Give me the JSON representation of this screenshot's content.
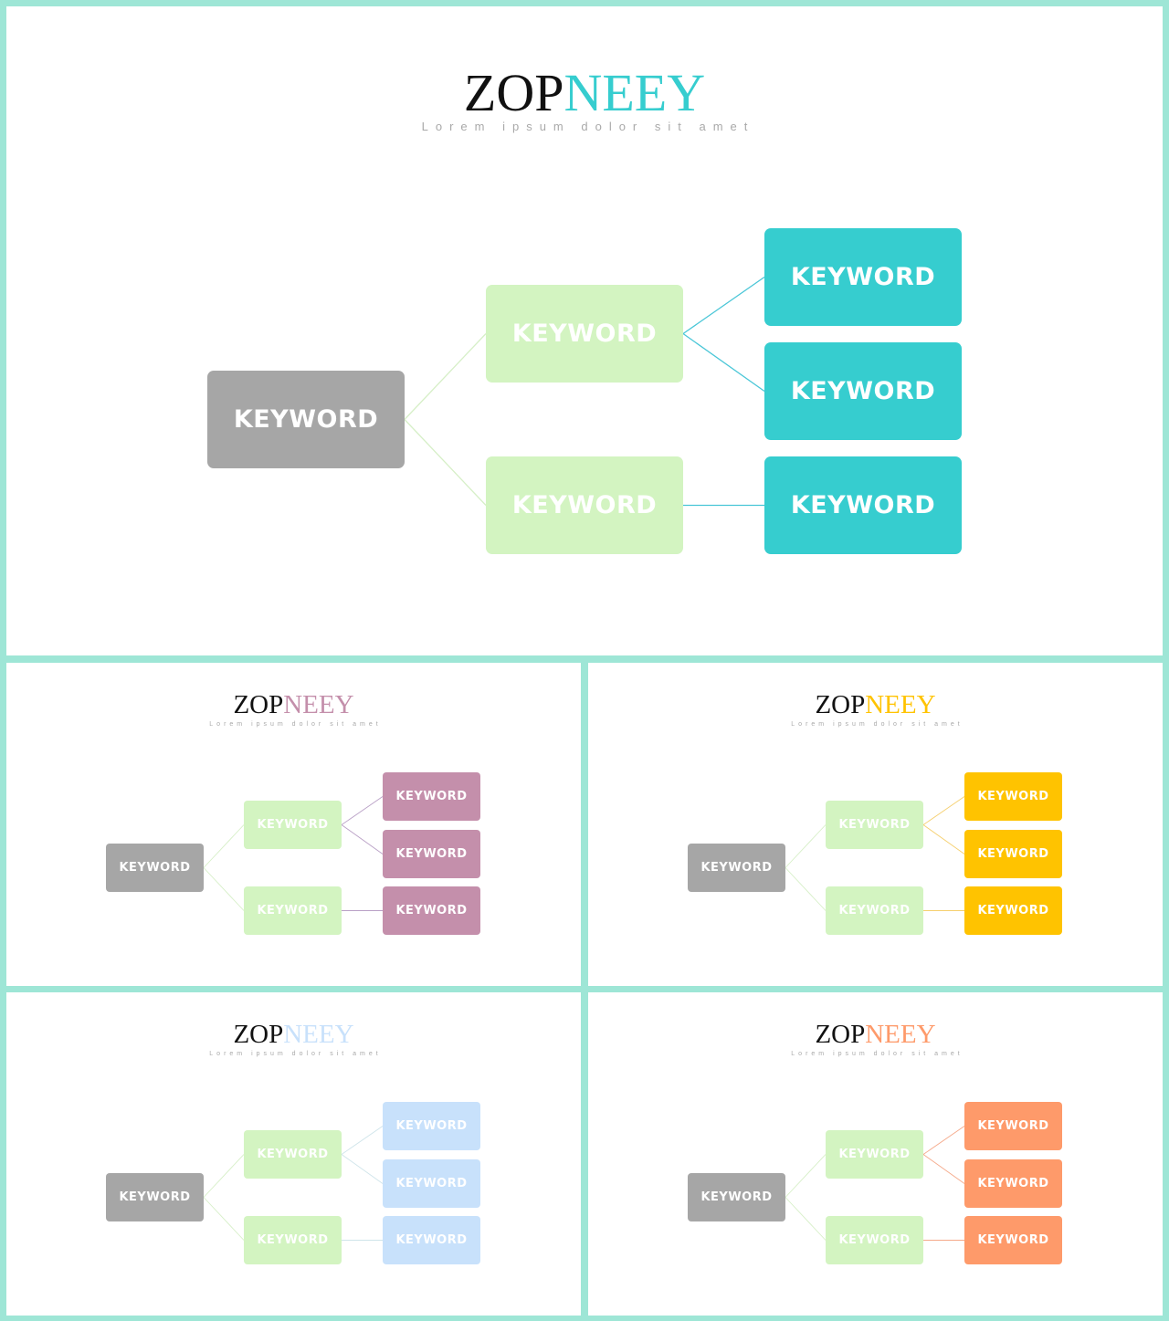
{
  "brand": {
    "part1": "ZOP",
    "part2": "NEEY"
  },
  "subtitle": "Lorem ipsum dolor sit amet",
  "diagram": {
    "root": {
      "label": "KEYWORD"
    },
    "branch_top": {
      "label": "KEYWORD",
      "children": [
        {
          "label": "KEYWORD"
        },
        {
          "label": "KEYWORD"
        }
      ]
    },
    "branch_bottom": {
      "label": "KEYWORD",
      "children": [
        {
          "label": "KEYWORD"
        }
      ]
    }
  },
  "colors": {
    "frame": "#9ee6d6",
    "root": "#a6a6a6",
    "branch": "#d3f4c1",
    "branch_line": "#d6efc7"
  },
  "variants": [
    {
      "id": "main",
      "accent": "#36cdcf",
      "accent_line": "#49c6d7"
    },
    {
      "id": "mauve",
      "accent": "#c48fab",
      "accent_line": "#b9a0c6"
    },
    {
      "id": "amber",
      "accent": "#ffc300",
      "accent_line": "#f5cf6e"
    },
    {
      "id": "sky",
      "accent": "#c8e1fb",
      "accent_line": "#cfe4ea"
    },
    {
      "id": "coral",
      "accent": "#fe9a6a",
      "accent_line": "#f5a98a"
    }
  ]
}
